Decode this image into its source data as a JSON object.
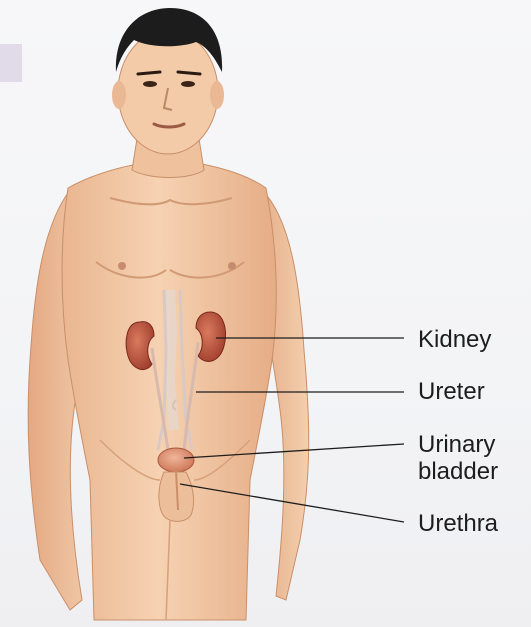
{
  "labels": {
    "kidney": "Kidney",
    "ureter": "Ureter",
    "urinary_bladder_line1": "Urinary",
    "urinary_bladder_line2": "bladder",
    "urethra": "Urethra"
  },
  "colors": {
    "background": "#f6f6f8",
    "skin": "#f2c9a4",
    "skin_shadow": "#d99e76",
    "hair": "#1c1c1c",
    "kidney": "#b9513b",
    "bladder": "#d98a6e",
    "leader_line": "#1d1d1d",
    "label_text": "#1d1d1d"
  }
}
